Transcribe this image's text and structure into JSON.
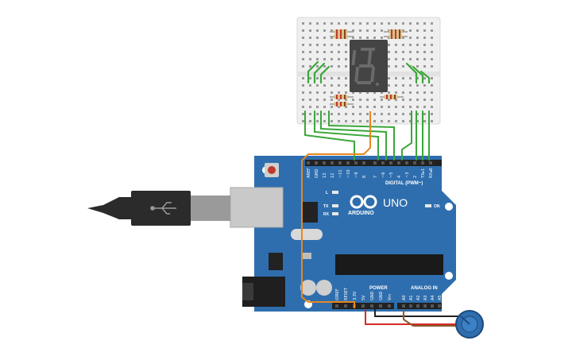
{
  "board": {
    "brand": "ARDUINO",
    "model": "UNO",
    "digital_header": "DIGITAL (PWM~)",
    "power_header": "POWER",
    "analog_header": "ANALOG IN",
    "on_label": "ON",
    "led_l": "L",
    "led_tx": "TX",
    "led_rx": "RX",
    "digital_pins": [
      "AREF",
      "GND",
      "13",
      "12",
      "~11",
      "~10",
      "~9",
      "8",
      "7",
      "~6",
      "~5",
      "4",
      "~3",
      "2",
      "TX▸1",
      "RX◂0"
    ],
    "power_pins": [
      "IOREF",
      "RESET",
      "3.3V",
      "5V",
      "GND",
      "GND",
      "Vin"
    ],
    "analog_pins": [
      "A0",
      "A1",
      "A2",
      "A3",
      "A4",
      "A5"
    ]
  },
  "display": {
    "digit": "8"
  },
  "colors": {
    "board": "#2f6eae",
    "board_dark": "#1f4f80",
    "breadboard": "#efefef",
    "wire_green": "#3aa83a",
    "wire_orange": "#e8871e",
    "wire_red": "#d62a2a",
    "wire_brown": "#8a5a2b",
    "wire_black": "#222222",
    "pot": "#2f6eae",
    "usb": "#2b2b2b"
  },
  "icons": [
    "usb-plug-icon",
    "arduino-logo-icon",
    "potentiometer-icon",
    "seven-segment-icon",
    "power-jack-icon",
    "reset-button-icon"
  ]
}
